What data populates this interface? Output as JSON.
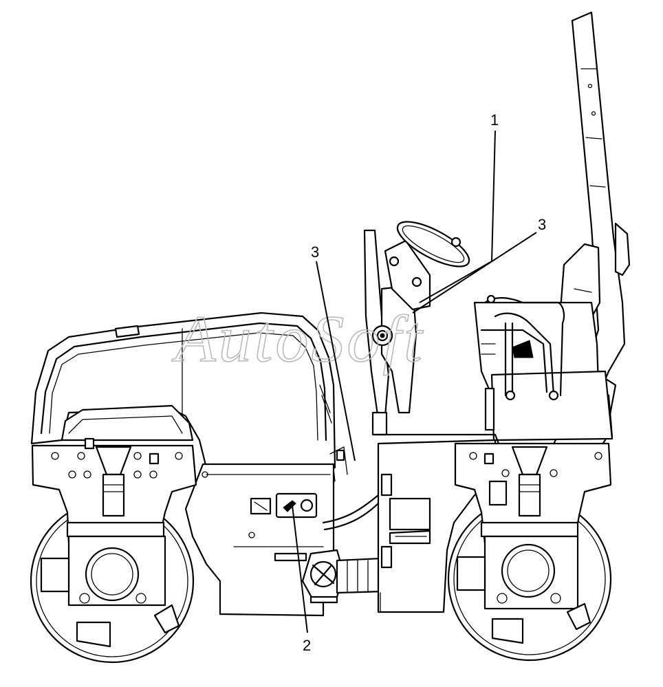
{
  "watermark": "AutoSoft",
  "callouts": [
    {
      "id": "callout-1",
      "label": "1"
    },
    {
      "id": "callout-2",
      "label": "2"
    },
    {
      "id": "callout-3-left",
      "label": "3"
    },
    {
      "id": "callout-3-right",
      "label": "3"
    }
  ],
  "colors": {
    "line": "#000000",
    "background": "#ffffff",
    "watermark": "#b9b9b9"
  }
}
